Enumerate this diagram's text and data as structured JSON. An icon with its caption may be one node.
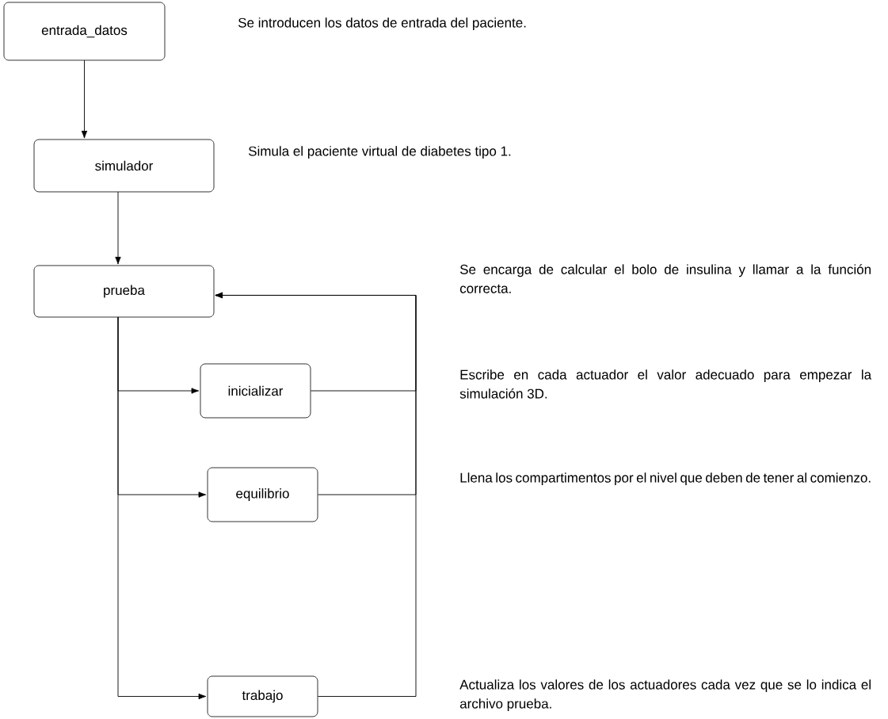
{
  "diagram": {
    "nodes": [
      {
        "text": [
          "entrada_datos"
        ]
      },
      {
        "text": [
          "simulador"
        ]
      },
      {
        "text": [
          "prueba"
        ]
      },
      {
        "text": [
          "inicializar"
        ]
      },
      {
        "text": [
          "equilibrio"
        ]
      },
      {
        "text": [
          "trabajo"
        ]
      }
    ],
    "edges": [
      {
        "from": 0,
        "to": 1,
        "arrow": "to"
      },
      {
        "from": 1,
        "to": 2,
        "arrow": "to"
      },
      {
        "from": 2,
        "to": 3,
        "arrow": "to"
      },
      {
        "from": 2,
        "to": 4,
        "arrow": "to"
      },
      {
        "from": 2,
        "to": 5,
        "arrow": "to"
      },
      {
        "from": 3,
        "to": 2,
        "arrow": "to"
      },
      {
        "from": 4,
        "to": 2,
        "arrow": "to"
      },
      {
        "from": 5,
        "to": 2,
        "arrow": "to"
      }
    ],
    "labels": [
      "Se introducen los datos de entrada del paciente.",
      "Simula el paciente virtual de diabetes tipo 1.",
      "Se encarga de calcular el bolo de insulina y llamar a la función correcta.",
      "Escribe en cada actuador el valor adecuado para empezar la simulación 3D.",
      "Llena los compartimentos por el nivel que deben de tener al comienzo.",
      "Actualiza los valores de los actuadores cada vez que se lo indica el archivo prueba."
    ]
  }
}
